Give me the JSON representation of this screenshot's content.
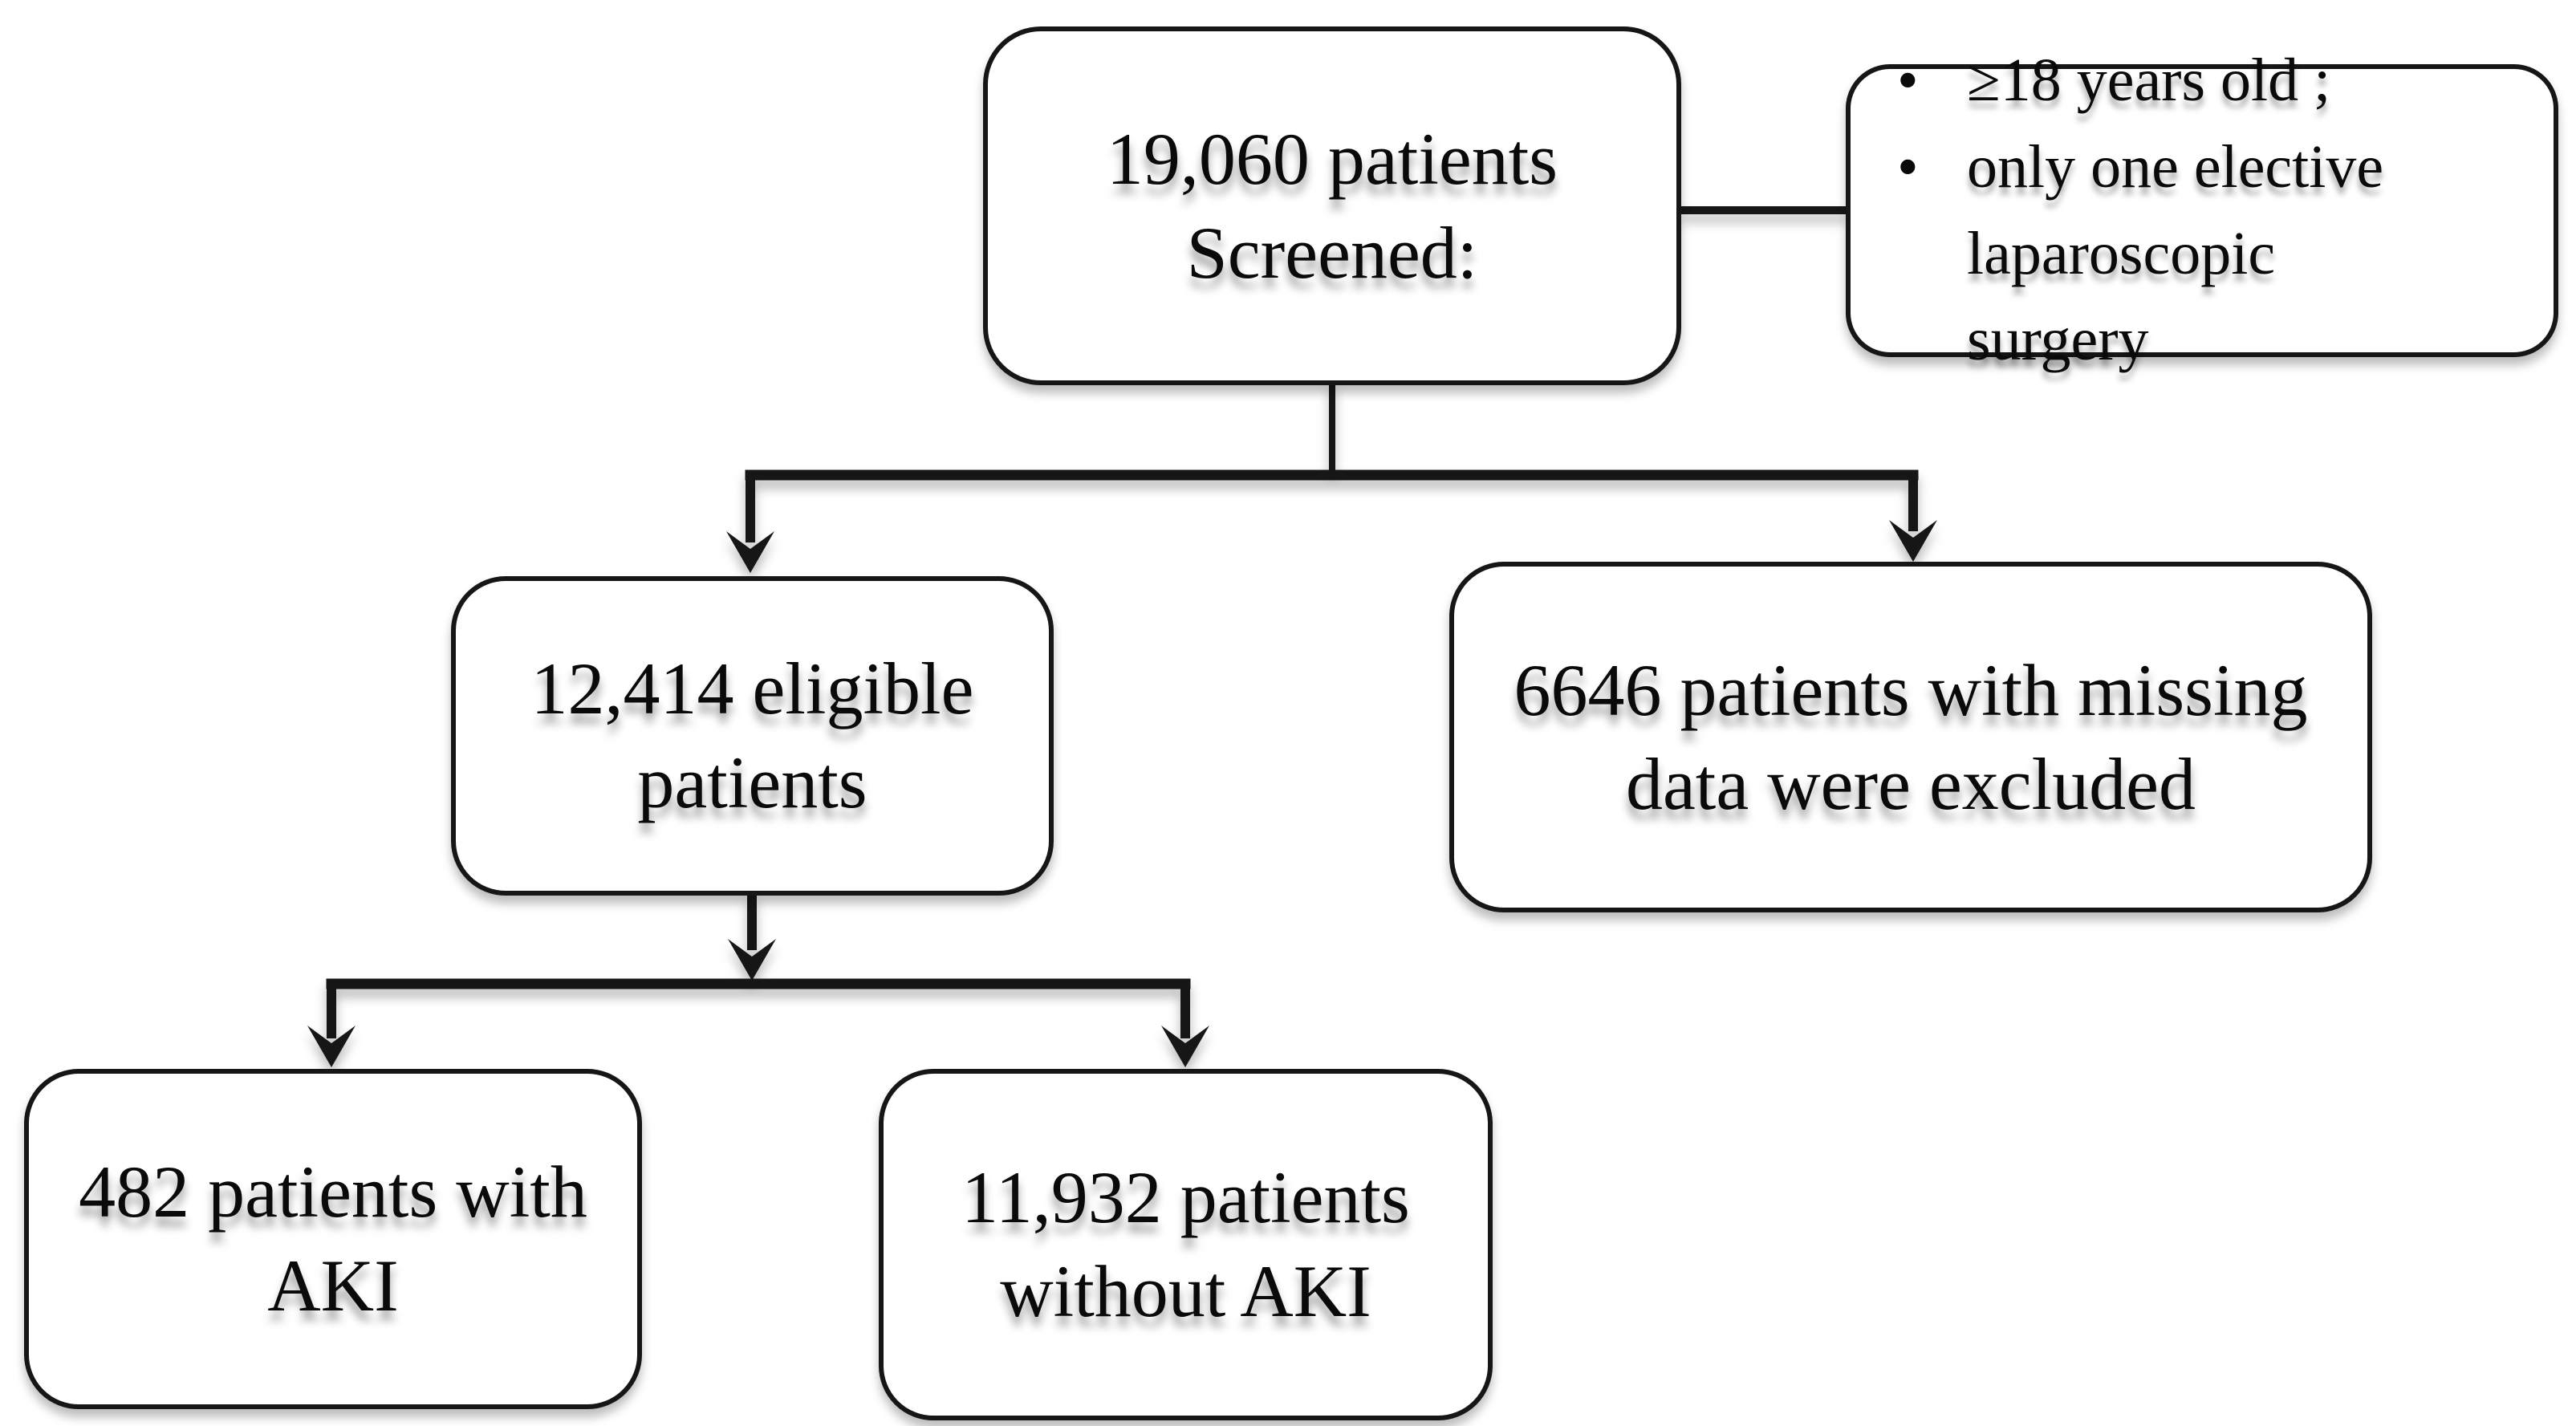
{
  "diagram": {
    "title": "Patient screening flow diagram",
    "background": "#ffffff",
    "line_color": "#161616",
    "bullet_char": "•",
    "boxes": {
      "screened": {
        "lines": [
          "19,060 patients",
          "Screened:"
        ]
      },
      "criteria": {
        "bullets": [
          "≥18 years old ;",
          "only one elective laparoscopic surgery"
        ]
      },
      "eligible": {
        "lines": [
          "12,414 eligible",
          "patients"
        ]
      },
      "excluded": {
        "lines": [
          "6646 patients with missing",
          "data were excluded"
        ]
      },
      "aki": {
        "lines": [
          "482 patients with",
          "AKI"
        ]
      },
      "no_aki": {
        "lines": [
          "11,932 patients",
          "without AKI"
        ]
      }
    }
  }
}
